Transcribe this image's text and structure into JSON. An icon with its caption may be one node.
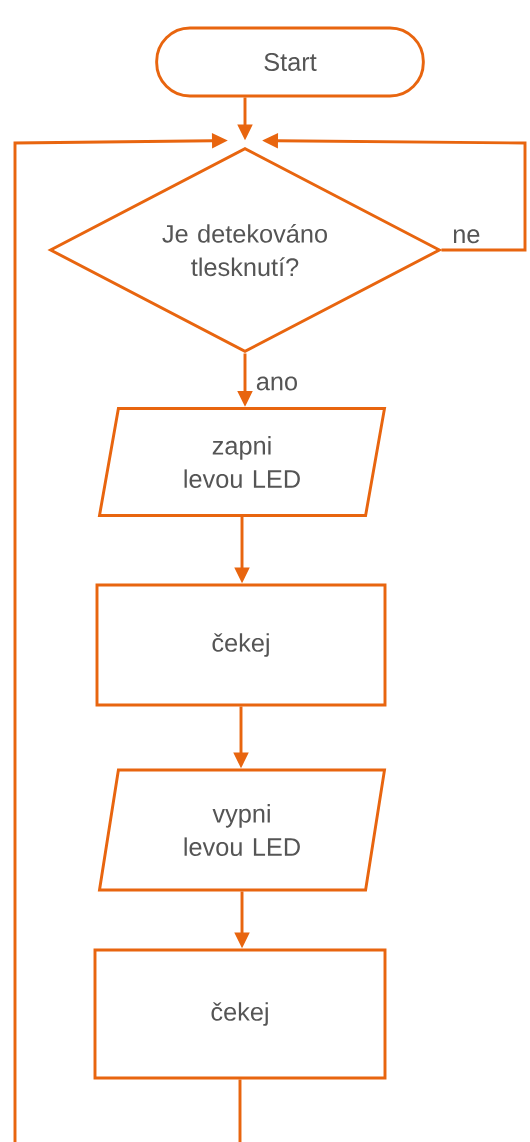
{
  "diagram": {
    "nodes": [
      {
        "text": [
          "Start"
        ]
      },
      {
        "text": [
          "Je detekováno tlesknutí?"
        ]
      },
      {
        "text": [
          "zapni levou LED"
        ]
      },
      {
        "text": [
          "čekej"
        ]
      },
      {
        "text": [
          "vypni levou LED"
        ]
      },
      {
        "text": [
          "čekej"
        ]
      }
    ],
    "edges": [
      {
        "from": 0,
        "to": 1,
        "arrow": "to"
      },
      {
        "from": 1,
        "to": 1,
        "arrow": "to",
        "label": "ne"
      },
      {
        "from": 1,
        "to": 2,
        "arrow": "to",
        "label": "ano"
      },
      {
        "from": 2,
        "to": 3,
        "arrow": "to"
      },
      {
        "from": 3,
        "to": 4,
        "arrow": "to"
      },
      {
        "from": 4,
        "to": 5,
        "arrow": "to"
      },
      {
        "from": 5,
        "to": 1,
        "arrow": "to"
      }
    ]
  }
}
